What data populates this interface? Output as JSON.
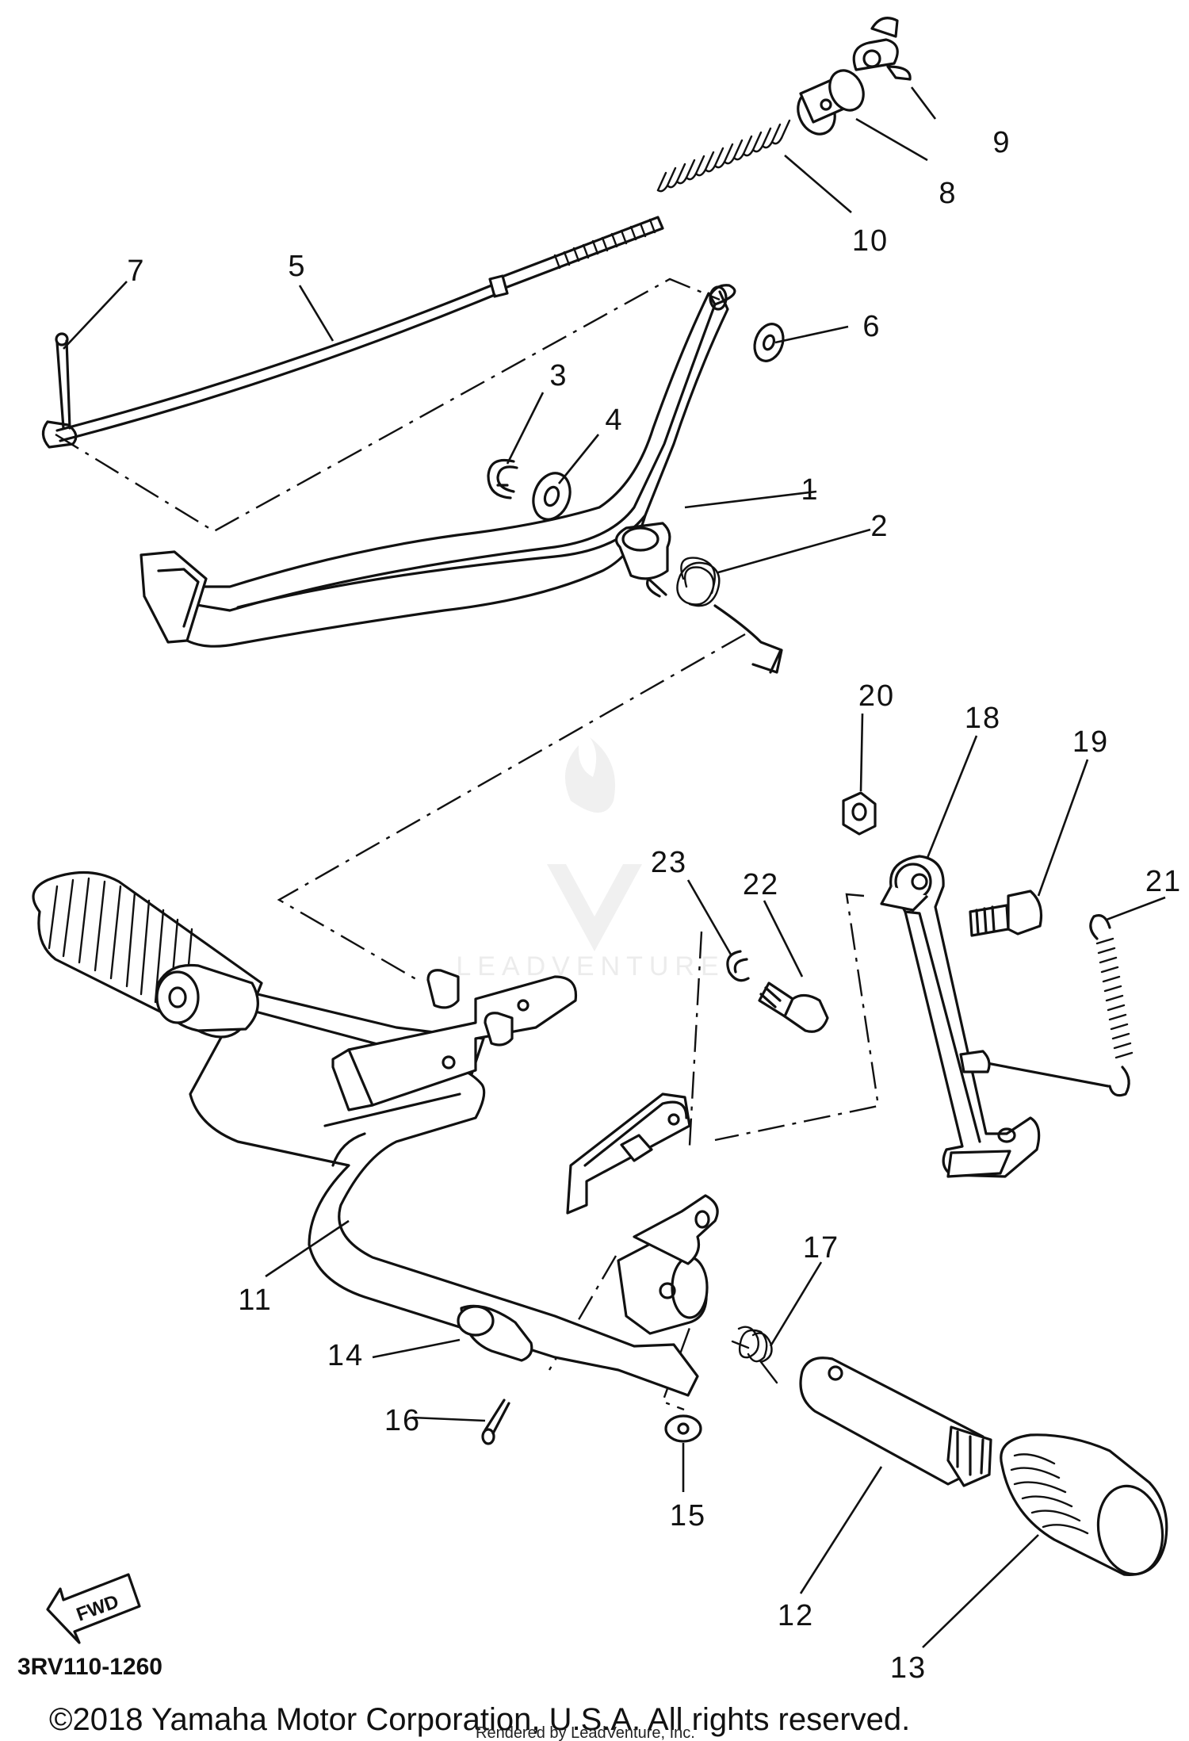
{
  "callouts": {
    "c1": "1",
    "c2": "2",
    "c3": "3",
    "c4": "4",
    "c5": "5",
    "c6": "6",
    "c7": "7",
    "c8": "8",
    "c9": "9",
    "c10": "10",
    "c11": "11",
    "c12": "12",
    "c13": "13",
    "c14": "14",
    "c15": "15",
    "c16": "16",
    "c17": "17",
    "c18": "18",
    "c19": "19",
    "c20": "20",
    "c21": "21",
    "c22": "22",
    "c23": "23"
  },
  "diagram_code": "3RV110-1260",
  "fwd_label": "FWD",
  "watermark": "LEADVENTURE",
  "copyright": "©2018 Yamaha Motor Corporation, U.S.A. All rights reserved.",
  "rendered_by": "Rendered by LeadVenture, Inc."
}
